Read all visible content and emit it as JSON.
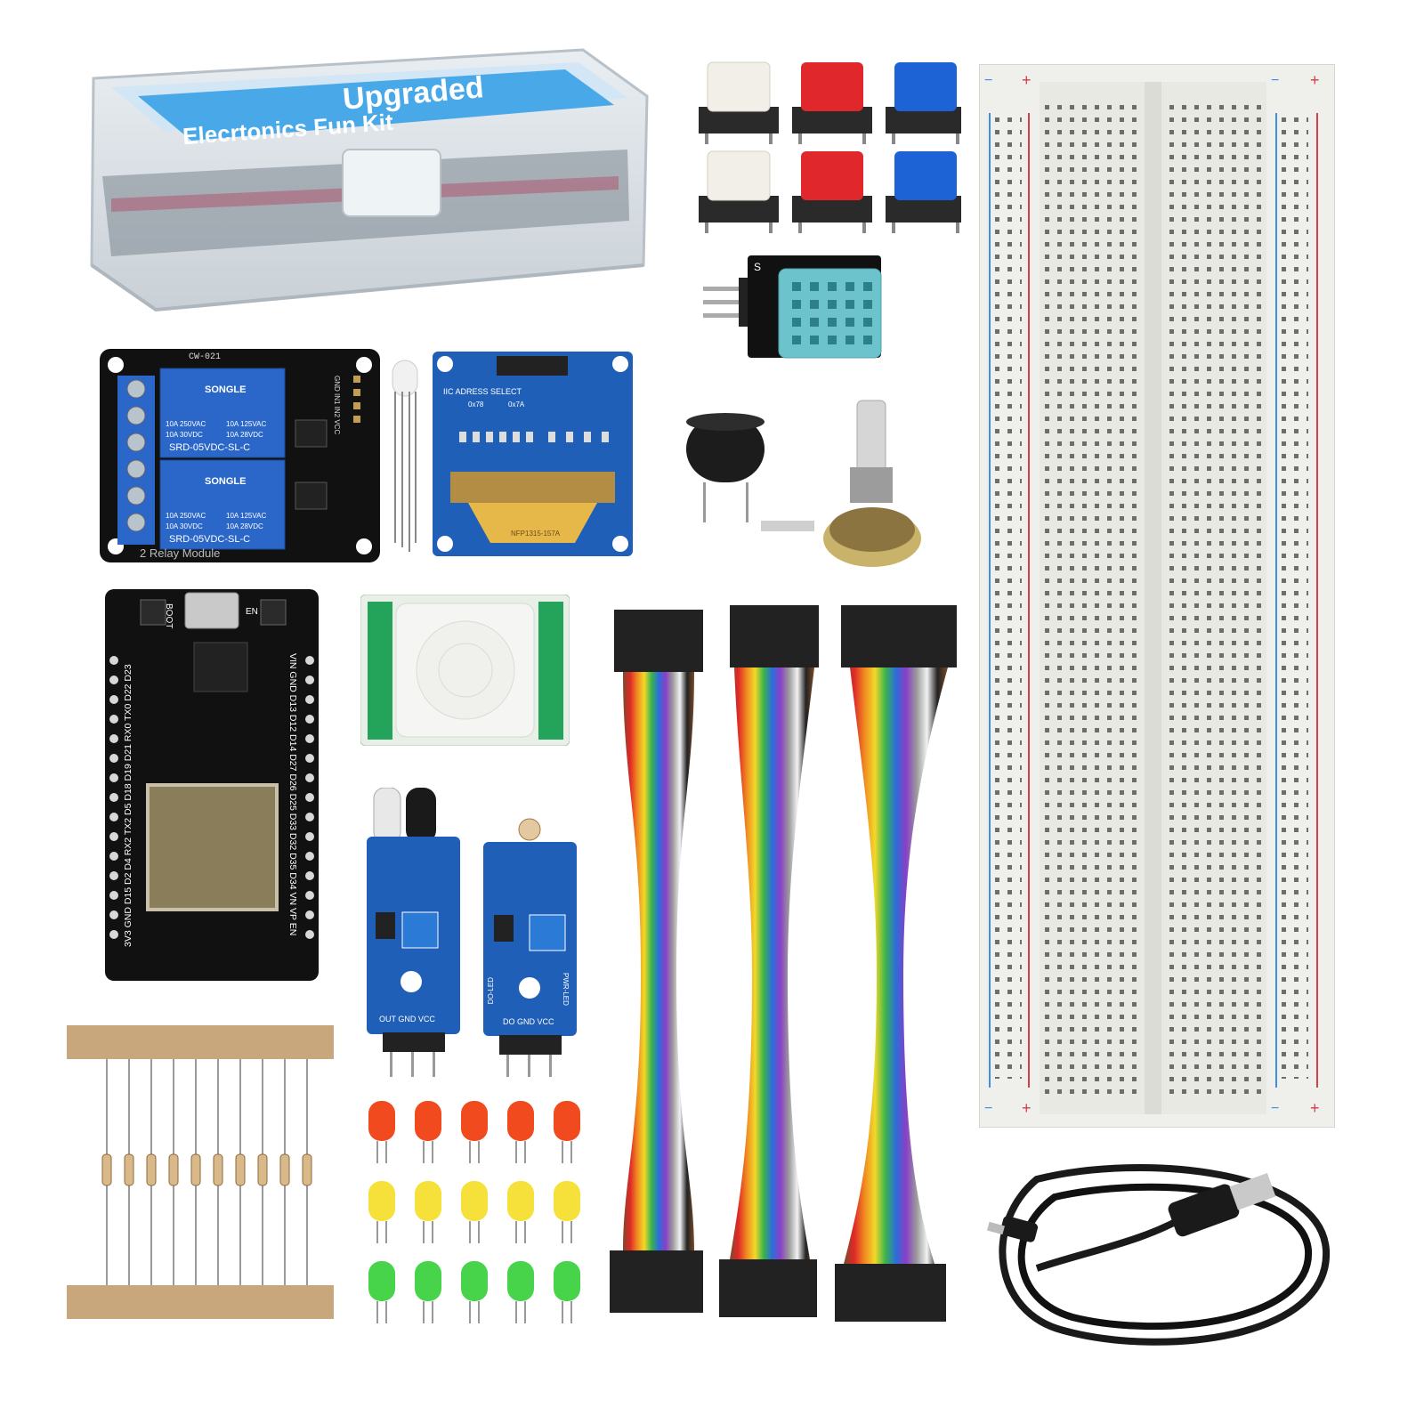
{
  "box": {
    "title_line1": "Upgraded",
    "title_line2": "Elecrtonics Fun Kit"
  },
  "relay": {
    "board_id": "CW-021",
    "brand": "SONGLE",
    "rating_a": "10A 250VAC",
    "rating_b": "10A 125VAC",
    "rating_c": "10A 30VDC",
    "rating_d": "10A 28VDC",
    "model": "SRD-05VDC-SL-C",
    "caption": "2 Relay Module",
    "pins": "GND IN1 IN2 VCC"
  },
  "oled": {
    "address_label": "IIC ADRESS SELECT",
    "addr_a": "0x78",
    "addr_b": "0x7A",
    "flex_label": "NFP1315-157A"
  },
  "esp32": {
    "boot_label": "BOOT",
    "en_label": "EN",
    "left_pins": "3V3 GND D15 D2 D4 RX2 TX2 D5 D18 D19 D21 RX0 TX0 D22 D23",
    "right_pins": "VIN GND D13 D12 D14 D27 D26 D25 D33 D32 D35 D34 VN VP EN"
  },
  "ir_sensor": {
    "pins": "OUT GND VCC"
  },
  "light_sensor": {
    "pins": "DO GND VCC",
    "pwr_label": "PWR-LED",
    "do_label": "DO-LED"
  },
  "breadboard": {
    "minus": "−",
    "plus": "+"
  },
  "colors": {
    "pcb_blue": "#1f5fb8",
    "pcb_black": "#111111",
    "relay_blue": "#2a67c9",
    "breadboard": "#efefeb",
    "rail_red": "#d0404a",
    "rail_blue": "#3f8ee0",
    "button_red": "#e0272b",
    "button_blue": "#1d63d6",
    "button_white": "#f2efe8"
  },
  "icons": {
    "box": "storage-box",
    "buttons": "tactile-button",
    "dht": "humidity-sensor",
    "buzzer": "buzzer",
    "pot": "potentiometer",
    "cable": "usb-cable"
  }
}
